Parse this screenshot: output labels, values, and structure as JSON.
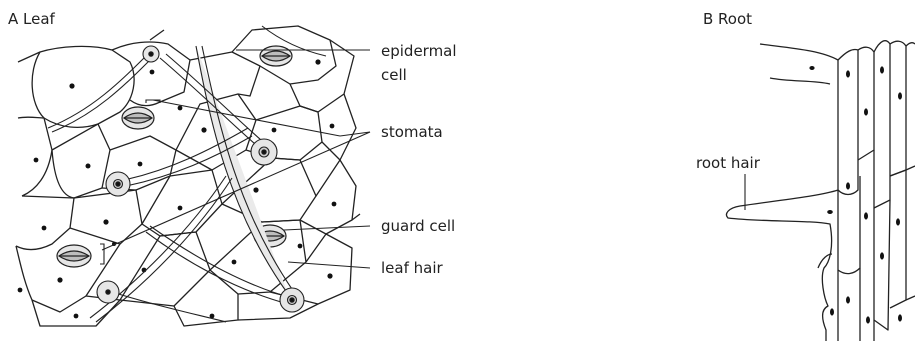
{
  "panel_a": {
    "title": "A  Leaf",
    "labels": {
      "epidermal_line1": "epidermal",
      "epidermal_line2": "cell",
      "stomata": "stomata",
      "guard_cell": "guard cell",
      "leaf_hair": "leaf hair"
    }
  },
  "panel_b": {
    "title": "B  Root",
    "labels": {
      "root_hair": "root hair"
    }
  }
}
